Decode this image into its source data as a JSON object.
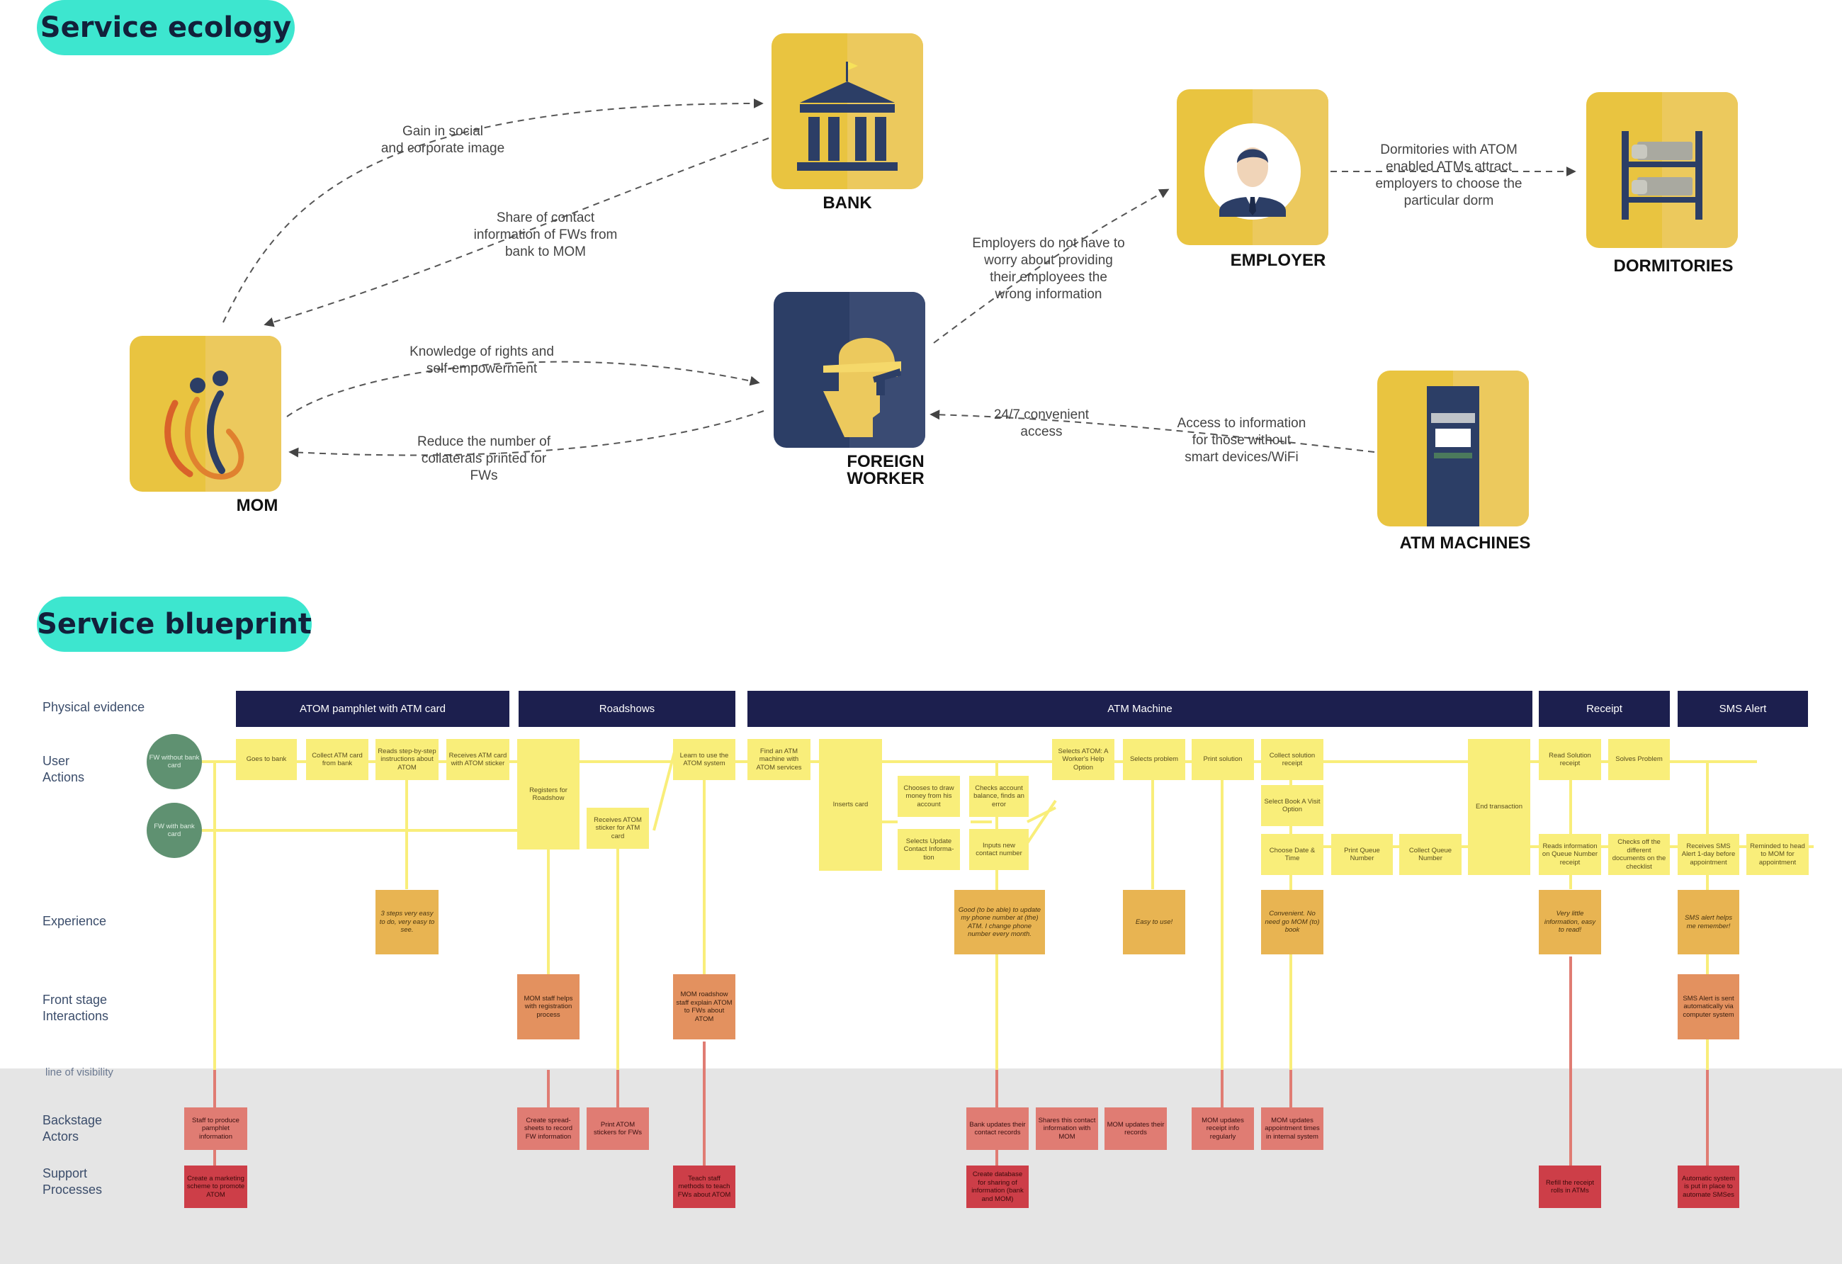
{
  "colors": {
    "accent_teal": "#3de6cf",
    "node_yellow": "#e9c440",
    "worker_navy": "#2c3e66",
    "evidence_navy": "#1c1f4e",
    "action_yellow": "#f9ee7a",
    "experience_orange": "#e8b452",
    "frontstage_salmon": "#e3915f",
    "backstage_pink": "#e07c73",
    "support_red": "#cd3e48",
    "persona_green": "#5f9171"
  },
  "ecology": {
    "heading": "Service ecology",
    "nodes": {
      "bank": {
        "label": "BANK",
        "icon": "bank-building-icon"
      },
      "mom": {
        "label": "MOM",
        "icon": "mom-logo-icon"
      },
      "worker_line1": "FOREIGN",
      "worker_line2": "WORKER",
      "worker_icon": "hardhat-worker-icon",
      "employer": {
        "label": "EMPLOYER",
        "icon": "businessman-icon"
      },
      "dorm": {
        "label": "DORMITORIES",
        "icon": "bunk-bed-icon"
      },
      "atm": {
        "label": "ATM MACHINES",
        "icon": "atm-machine-icon"
      }
    },
    "edges": {
      "gain_1": "Gain in social",
      "gain_2": "and corporate image",
      "share_1": "Share of contact",
      "share_2": "information of FWs from",
      "share_3": "bank to MOM",
      "know_1": "Knowledge of rights and",
      "know_2": "self-empowerment",
      "reduce_1": "Reduce the number of",
      "reduce_2": "collaterals printed for",
      "reduce_3": "FWs",
      "emp_1": "Employers do not have to",
      "emp_2": "worry about providing",
      "emp_3": "their employees the",
      "emp_4": "wrong information",
      "conv_1": "24/7 convenient",
      "conv_2": "access",
      "access_1": "Access to information",
      "access_2": "for those without",
      "access_3": "smart devices/WiFi",
      "dorm_1": "Dormitories with ATOM",
      "dorm_2": "enabled ATMs attract",
      "dorm_3": "employers to choose the",
      "dorm_4": "particular dorm"
    }
  },
  "blueprint": {
    "heading": "Service blueprint",
    "row_labels": {
      "physical": "Physical evidence",
      "user_1": "User",
      "user_2": "Actions",
      "experience": "Experience",
      "front_1": "Front stage",
      "front_2": "Interactions",
      "visibility": "line of visibility",
      "back_1": "Backstage",
      "back_2": "Actors",
      "support_1": "Support",
      "support_2": "Processes"
    },
    "evidence": {
      "pamphlet": "ATOM pamphlet with ATM card",
      "roadshows": "Roadshows",
      "atm": "ATM Machine",
      "receipt": "Receipt",
      "sms": "SMS Alert"
    },
    "personas": {
      "without": "FW without bank card",
      "with": "FW with bank card"
    },
    "actions": {
      "goes_bank": "Goes to bank",
      "collect_card": "Collect ATM card from bank",
      "reads_steps": "Reads step-by-step instructions about ATOM",
      "receives_sticker": "Receives ATM card with ATOM sticker",
      "registers": "Registers for Roadshow",
      "receives_atom_sticker": "Receives ATOM sticker for ATM card",
      "learn": "Learn to use the ATOM system",
      "find_atm": "Find an ATM machine with ATOM services",
      "inserts": "Inserts card",
      "draw_money": "Chooses to draw money from his account",
      "check_balance": "Checks account balance, finds an error",
      "select_update": "Selects Update Contact Informa-tion",
      "input_number": "Inputs new contact number",
      "select_atom": "Selects ATOM: A Worker's Help Option",
      "select_problem": "Selects problem",
      "print_solution": "Print solution",
      "collect_receipt": "Collect solution receipt",
      "select_book": "Select Book A Visit Option",
      "choose_date": "Choose Date & Time",
      "print_queue": "Print Queue Number",
      "collect_queue": "Collect Queue Number",
      "end": "End transaction",
      "read_receipt": "Read Solution receipt",
      "solves": "Solves Problem",
      "reads_queue": "Reads information on Queue Number receipt",
      "checks_docs": "Checks off the different documents on the checklist",
      "receives_sms": "Receives SMS Alert 1-day before appointment",
      "reminded": "Reminded to head to MOM for appointment"
    },
    "experience": {
      "steps": "3 steps very easy to do, very easy to see.",
      "update": "Good (to be able) to update my phone number at (the) ATM. I change phone number every month.",
      "easy": "Easy to use!",
      "convenient": "Convenient. No need go MOM (to) book",
      "little": "Very little information, easy to read!",
      "sms": "SMS alert helps me remember!"
    },
    "frontstage": {
      "staff_helps": "MOM staff helps with registration process",
      "roadshow_staff": "MOM roadshow staff explain ATOM to FWs about ATOM",
      "sms_sent": "SMS Alert is sent automatically via computer system"
    },
    "backstage": {
      "produce": "Staff to produce pamphlet information",
      "spreadsheets": "Create spread-sheets to record FW information",
      "print_stickers": "Print ATOM stickers for FWs",
      "bank_updates": "Bank updates their contact records",
      "shares": "Shares this contact information with MOM",
      "mom_updates": "MOM updates their records",
      "receipt_info": "MOM updates receipt info regularly",
      "appointment": "MOM updates appointment times in internal system"
    },
    "support": {
      "marketing": "Create a marketing scheme to promote ATOM",
      "teach": "Teach staff methods to teach FWs about ATOM",
      "database": "Create database for sharing of information (bank and MOM)",
      "refill": "Refill the receipt rolls in ATMs",
      "automatic": "Automatic system is put in place to automate SMSes"
    }
  }
}
